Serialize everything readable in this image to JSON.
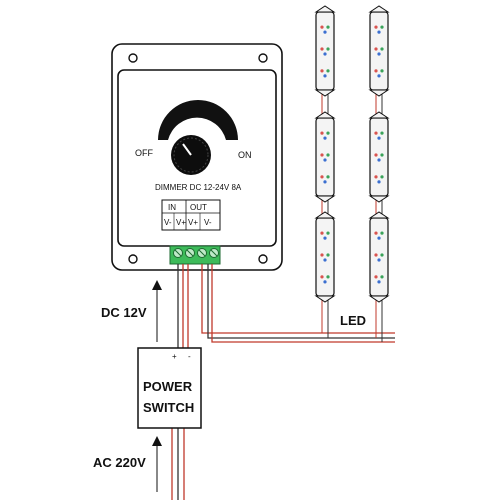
{
  "dimmer": {
    "label_off": "OFF",
    "label_on": "ON",
    "model_text": "DIMMER DC 12-24V 8A",
    "in_header": "IN",
    "out_header": "OUT",
    "terminals": [
      "V-",
      "V+",
      "V+",
      "V-"
    ]
  },
  "power_switch": {
    "line1": "POWER",
    "line2": "SWITCH",
    "plus": "+",
    "minus": "-"
  },
  "labels": {
    "dc_input": "DC 12V",
    "ac_input": "AC 220V",
    "led": "LED"
  },
  "colors": {
    "wire_red": "#c0392b",
    "wire_black": "#333333",
    "terminal_green": "#3dbb5a",
    "led_red": "#d9534f",
    "led_green": "#3aa35a",
    "led_blue": "#3b6fd1"
  }
}
